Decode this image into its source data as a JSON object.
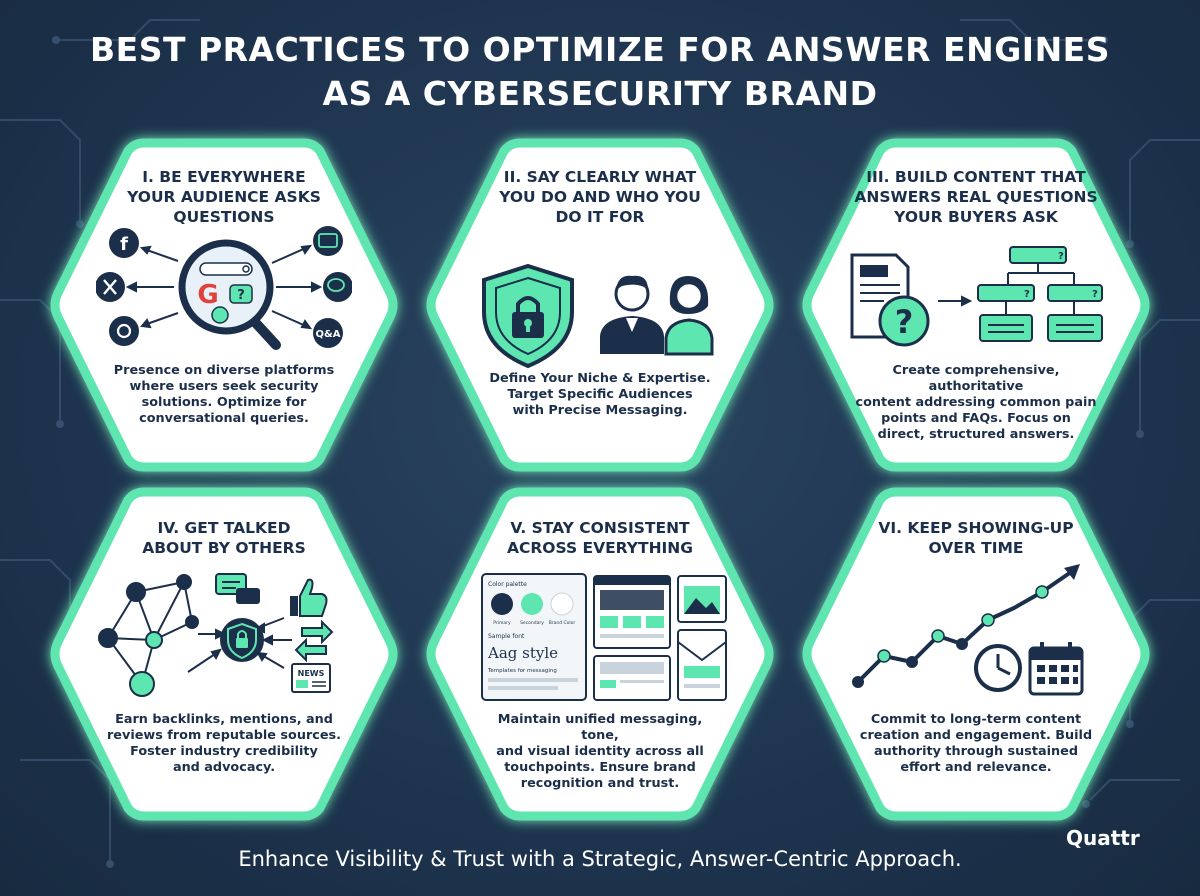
{
  "title": {
    "line1": "BEST PRACTICES TO OPTIMIZE FOR ANSWER ENGINES",
    "line2": "AS A CYBERSECURITY BRAND"
  },
  "colors": {
    "background": "#1f3550",
    "accent_green": "#5ee6b0",
    "navy": "#1c2f4a",
    "card_fill": "#ffffff"
  },
  "cards": [
    {
      "title_lines": [
        "I. BE EVERYWHERE",
        "YOUR AUDIENCE ASKS",
        "QUESTIONS"
      ],
      "description_lines": [
        "Presence on diverse platforms",
        "where users seek security",
        "solutions. Optimize for",
        "conversational queries."
      ],
      "icons": [
        "facebook-icon",
        "x-icon",
        "threads-icon",
        "magnifier-icon",
        "google-icon",
        "question-bubble-icon",
        "chat-bubbles-icon",
        "qa-icon",
        "video-icon"
      ],
      "qa_label": "Q&A",
      "google_letter": "G"
    },
    {
      "title_lines": [
        "II. SAY CLEARLY WHAT",
        "YOU DO AND WHO YOU",
        "DO IT FOR"
      ],
      "description_lines": [
        "Define Your Niche & Expertise.",
        "Target Specific Audiences",
        "with Precise Messaging."
      ],
      "icons": [
        "shield-lock-icon",
        "man-icon",
        "woman-icon"
      ]
    },
    {
      "title_lines": [
        "III. BUILD CONTENT THAT",
        "ANSWERS REAL QUESTIONS",
        "YOUR BUYERS ASK"
      ],
      "description_lines": [
        "Create comprehensive, authoritative",
        "content addressing common pain",
        "points and FAQs. Focus on",
        "direct, structured answers."
      ],
      "icons": [
        "document-icon",
        "question-circle-icon",
        "flowchart-icon"
      ],
      "node_mark": "?"
    },
    {
      "title_lines": [
        "IV. GET TALKED",
        "ABOUT BY OTHERS"
      ],
      "description_lines": [
        "Earn backlinks, mentions, and",
        "reviews from reputable sources.",
        "Foster industry credibility",
        "and advocacy."
      ],
      "icons": [
        "network-icon",
        "shield-lock-icon",
        "chat-bubbles-icon",
        "thumbs-up-icon",
        "share-arrows-icon",
        "news-icon"
      ],
      "news_label": "NEWS"
    },
    {
      "title_lines": [
        "V. STAY CONSISTENT",
        "ACROSS EVERYTHING"
      ],
      "description_lines": [
        "Maintain unified messaging, tone,",
        "and visual identity across all",
        "touchpoints. Ensure brand",
        "recognition and trust."
      ],
      "icons": [
        "style-guide-icon",
        "website-icon",
        "image-icon",
        "card-icon",
        "envelope-icon"
      ],
      "style_guide": {
        "palette_label": "Color palette",
        "swatches": [
          {
            "label": "Primary",
            "color": "#1c2f4a"
          },
          {
            "label": "Secondary",
            "color": "#5ee6b0"
          },
          {
            "label": "Brand Color",
            "color": "#ffffff"
          }
        ],
        "font_label": "Sample font",
        "font_sample": "Aag style",
        "template_label": "Templates for messaging"
      }
    },
    {
      "title_lines": [
        "VI. KEEP SHOWING-UP",
        "OVER TIME"
      ],
      "description_lines": [
        "Commit to long-term content",
        "creation and engagement. Build",
        "authority through sustained",
        "effort and relevance."
      ],
      "icons": [
        "growth-line-icon",
        "clock-icon",
        "calendar-icon"
      ]
    }
  ],
  "footer": "Enhance Visibility & Trust with a Strategic, Answer-Centric Approach.",
  "brand": "Quattr"
}
